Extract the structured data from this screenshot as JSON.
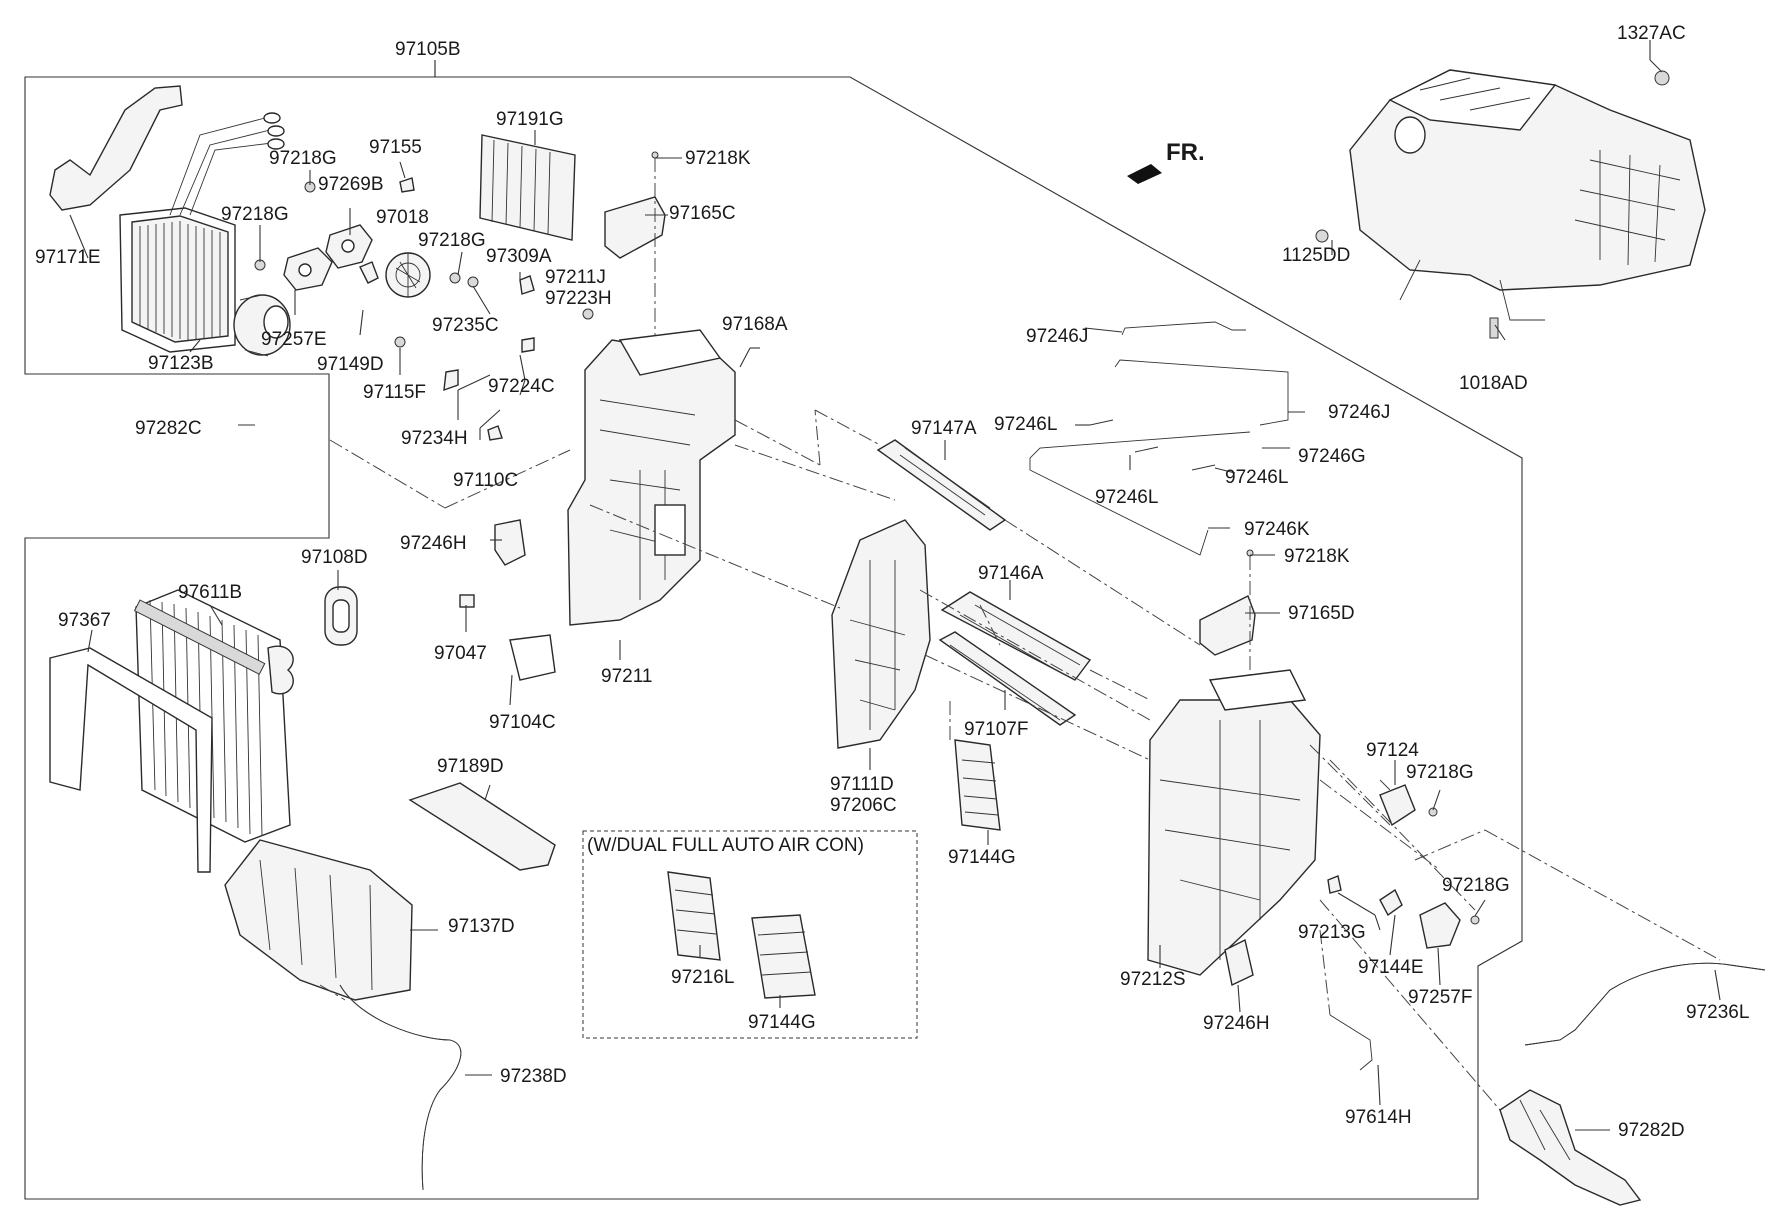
{
  "fr_label": "FR.",
  "option_note": "(W/DUAL FULL AUTO AIR CON)",
  "labels": {
    "l_97105B": "97105B",
    "l_1327AC": "1327AC",
    "l_97191G": "97191G",
    "l_97218K_top": "97218K",
    "l_97155": "97155",
    "l_97218G_a": "97218G",
    "l_97269B": "97269B",
    "l_97165C": "97165C",
    "l_97218G_b": "97218G",
    "l_97018": "97018",
    "l_97218G_c": "97218G",
    "l_97171E": "97171E",
    "l_97309A": "97309A",
    "l_97211J": "97211J",
    "l_97223H": "97223H",
    "l_1125DD": "1125DD",
    "l_97257E_top": "97257E",
    "l_97235C": "97235C",
    "l_97168A": "97168A",
    "l_97123B": "97123B",
    "l_97149D": "97149D",
    "l_97246J_a": "97246J",
    "l_1018AD": "1018AD",
    "l_97115F": "97115F",
    "l_97224C": "97224C",
    "l_97246J_b": "97246J",
    "l_97282C": "97282C",
    "l_97147A": "97147A",
    "l_97246L_a": "97246L",
    "l_97234H": "97234H",
    "l_97246G": "97246G",
    "l_97110C": "97110C",
    "l_97246L_b": "97246L",
    "l_97246L_c": "97246L",
    "l_97246H_top": "97246H",
    "l_97246K": "97246K",
    "l_97108D": "97108D",
    "l_97218K_mid": "97218K",
    "l_97146A": "97146A",
    "l_97611B": "97611B",
    "l_97165D": "97165D",
    "l_97367": "97367",
    "l_97047": "97047",
    "l_97211": "97211",
    "l_97104C": "97104C",
    "l_97107F": "97107F",
    "l_97124": "97124",
    "l_97218G_d": "97218G",
    "l_97189D": "97189D",
    "l_97111D": "97111D",
    "l_97206C": "97206C",
    "l_97144G_a": "97144G",
    "l_97218G_e": "97218G",
    "l_97137D": "97137D",
    "l_97213G": "97213G",
    "l_97216L": "97216L",
    "l_97144E": "97144E",
    "l_97212S": "97212S",
    "l_97257F": "97257F",
    "l_97236L": "97236L",
    "l_97144G_b": "97144G",
    "l_97246H_bot": "97246H",
    "l_97238D": "97238D",
    "l_97614H": "97614H",
    "l_97282D": "97282D"
  }
}
